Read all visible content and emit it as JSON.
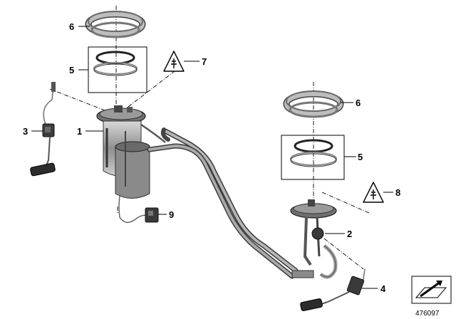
{
  "diagram": {
    "callouts": [
      {
        "id": "6a",
        "label": "6"
      },
      {
        "id": "5a",
        "label": "5"
      },
      {
        "id": "7",
        "label": "7"
      },
      {
        "id": "3",
        "label": "3"
      },
      {
        "id": "1",
        "label": "1"
      },
      {
        "id": "9",
        "label": "9"
      },
      {
        "id": "6b",
        "label": "6"
      },
      {
        "id": "5b",
        "label": "5"
      },
      {
        "id": "8",
        "label": "8"
      },
      {
        "id": "2",
        "label": "2"
      },
      {
        "id": "4",
        "label": "4"
      }
    ],
    "document_number": "476097",
    "icons": [
      "caution-plug-icon",
      "caution-plug-icon",
      "view-direction-icon"
    ]
  }
}
